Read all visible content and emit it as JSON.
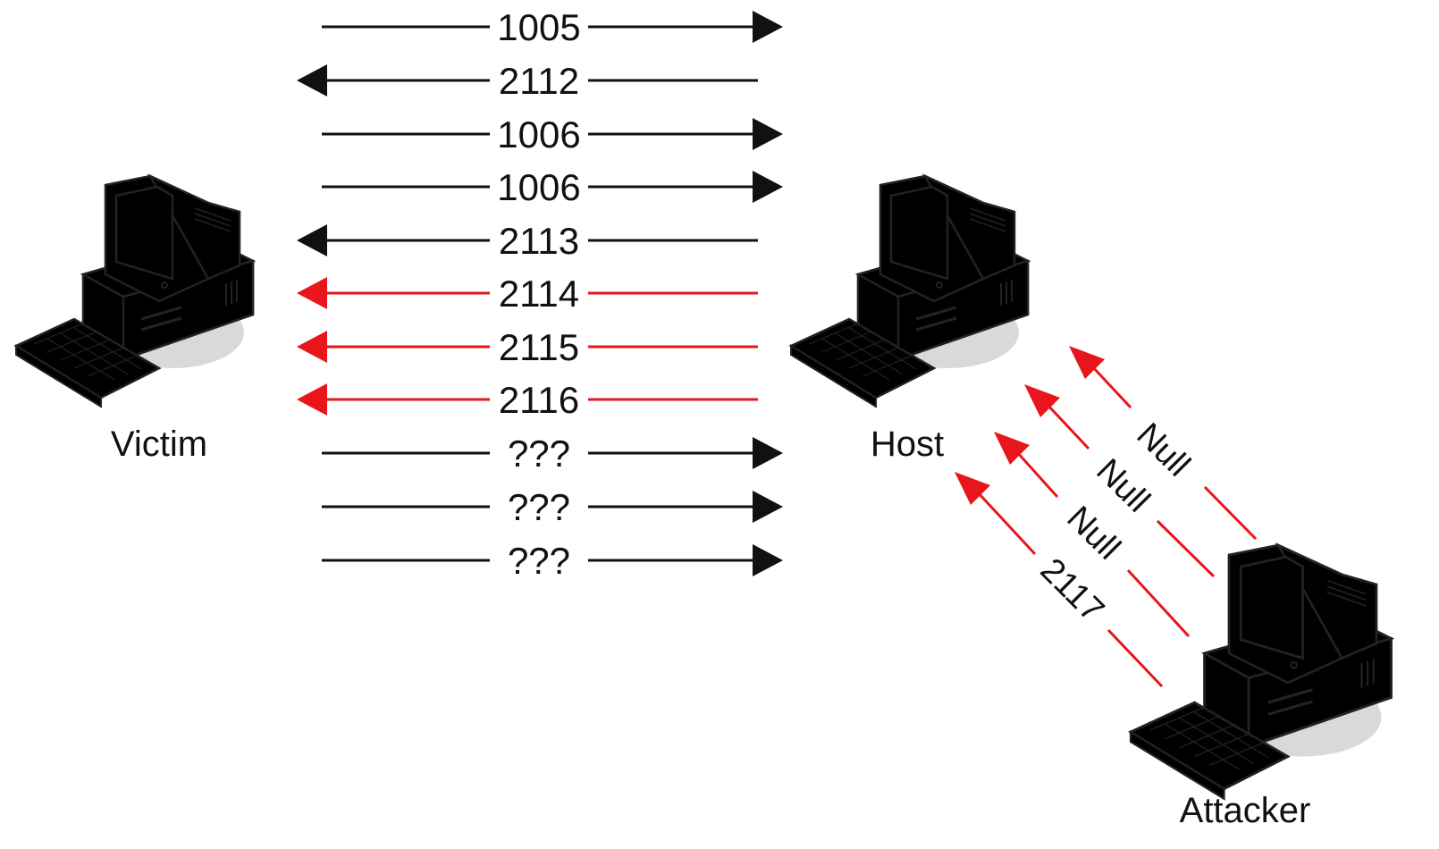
{
  "nodes": {
    "victim": {
      "label": "Victim"
    },
    "host": {
      "label": "Host"
    },
    "attacker": {
      "label": "Attacker"
    }
  },
  "flows": [
    {
      "label": "1005",
      "direction": "right",
      "color": "black"
    },
    {
      "label": "2112",
      "direction": "left",
      "color": "black"
    },
    {
      "label": "1006",
      "direction": "right",
      "color": "black"
    },
    {
      "label": "1006",
      "direction": "right",
      "color": "black"
    },
    {
      "label": "2113",
      "direction": "left",
      "color": "black"
    },
    {
      "label": "2114",
      "direction": "left",
      "color": "red"
    },
    {
      "label": "2115",
      "direction": "left",
      "color": "red"
    },
    {
      "label": "2116",
      "direction": "left",
      "color": "red"
    },
    {
      "label": "???",
      "direction": "right",
      "color": "black"
    },
    {
      "label": "???",
      "direction": "right",
      "color": "black"
    },
    {
      "label": "???",
      "direction": "right",
      "color": "black"
    }
  ],
  "attacker_flows": [
    {
      "label": "Null"
    },
    {
      "label": "Null"
    },
    {
      "label": "Null"
    },
    {
      "label": "2117"
    }
  ],
  "colors": {
    "black": "#111111",
    "red": "#e8151b",
    "attacker_pc": "#c8143c",
    "normal_pc": "#e6e6e6",
    "screen": "#b9dcef"
  }
}
